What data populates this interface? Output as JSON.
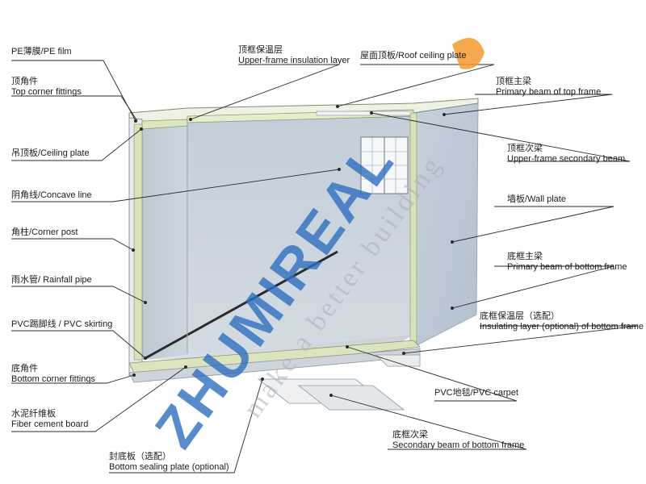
{
  "labels": {
    "pe_film": "PE薄膜/PE film",
    "top_corner_zh": "顶角件",
    "top_corner_en": "Top corner fittings",
    "ceiling_plate": "吊顶板/Ceiling plate",
    "concave_line": "阴角线/Concave line",
    "corner_post": "角柱/Corner post",
    "rainfall_pipe": "雨水管/ Rainfall pipe",
    "pvc_skirting": "PVC踢脚线 / PVC skirting",
    "bottom_corner_zh": "底角件",
    "bottom_corner_en": "Bottom corner fittings",
    "fiber_cement_zh": "水泥纤维板",
    "fiber_cement_en": "Fiber cement board",
    "bottom_sealing_zh": "封底板（选配）",
    "bottom_sealing_en": "Bottom sealing plate (optional)",
    "upper_insulation_zh": "顶框保温层",
    "upper_insulation_en": "Upper-frame insulation layer",
    "roof_ceiling": "屋面顶板/Roof ceiling plate",
    "primary_top_zh": "顶框主梁",
    "primary_top_en": "Primary beam of top frame",
    "upper_secondary_zh": "顶框次梁",
    "upper_secondary_en": "Upper-frame secondary beam",
    "wall_plate": "墙板/Wall plate",
    "primary_bottom_zh": "底框主梁",
    "primary_bottom_en": "Primary beam of bottom frame",
    "insulating_bottom_zh": "底框保温层（选配）",
    "insulating_bottom_en": "Insulating layer (optional) of bottom frame",
    "pvc_carpet": "PVC地毯/PVC carpet",
    "secondary_bottom_zh": "底框次梁",
    "secondary_bottom_en": "Secondary beam of bottom frame"
  },
  "watermark": {
    "brand": "ZHUMIREAL",
    "tagline": "make a better building"
  },
  "colors": {
    "wall_inner": "#c9d3dc",
    "wall_outer": "#b9c6d3",
    "floor": "#d2d7dd",
    "frame": "#dbe8c4",
    "insulation": "#e9efcf",
    "leader": "#2a2a2a",
    "watermark_blue": "#2f6fc0",
    "watermark_orange": "#f29a2e"
  }
}
